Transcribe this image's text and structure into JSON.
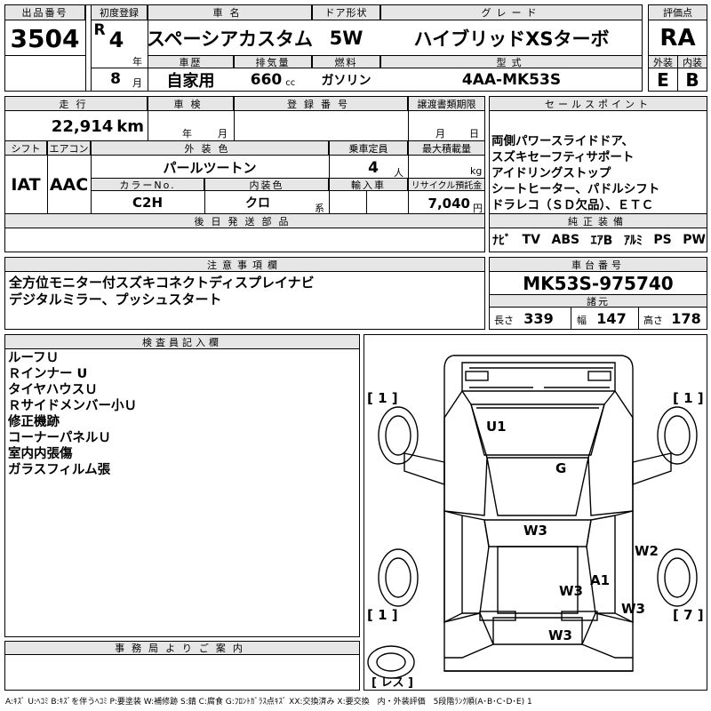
{
  "header": {
    "lot_label": "出品番号",
    "lot_no": "3504",
    "first_reg_label": "初度登録",
    "era": "R",
    "year": "4",
    "year_unit": "年",
    "month": "8",
    "month_unit": "月",
    "car_name_label": "車名",
    "car_name": "スペーシアカスタム",
    "door_label": "ドア形状",
    "door": "5W",
    "grade_label": "グレード",
    "grade": "ハイブリッドXSターボ",
    "score_label": "評価点",
    "score": "RA",
    "history_label": "車歴",
    "history": "自家用",
    "displacement_label": "排気量",
    "displacement": "660",
    "displacement_unit": "cc",
    "fuel_label": "燃料",
    "fuel": "ガソリン",
    "model_label": "型式",
    "model": "4AA-MK53S",
    "exterior_label": "外装",
    "exterior": "E",
    "interior_label": "内装",
    "interior": "B"
  },
  "row2": {
    "mileage_label": "走行",
    "mileage": "22,914",
    "mileage_unit": "km",
    "inspection_label": "車検",
    "inspection_year_unit": "年",
    "inspection_month_unit": "月",
    "plate_label": "登録番号",
    "transfer_label": "譲渡書類期限",
    "transfer_month_unit": "月",
    "transfer_day_unit": "日",
    "sales_label": "セールスポイント"
  },
  "row3": {
    "shift_label": "シフト",
    "shift": "IAT",
    "ac_label": "エアコン",
    "ac": "AAC",
    "color_label": "外装色",
    "color": "パールツートン",
    "capacity_label": "乗車定員",
    "capacity": "4",
    "capacity_unit": "人",
    "load_label": "最大積載量",
    "load_unit": "kg",
    "color_no_label": "カラーNo.",
    "color_no": "C2H",
    "int_color_label": "内装色",
    "int_color": "クロ",
    "int_color_unit": "系",
    "import_label": "輸入車",
    "recycle_label": "リサイクル預託金",
    "recycle": "7,040",
    "recycle_unit": "円"
  },
  "later_parts_label": "後日発送部品",
  "sales_points": [
    "両側パワースライドドア、",
    "スズキセーフティサポート",
    "アイドリングストップ",
    "シートヒーター、パドルシフト",
    "ドラレコ（ＳＤ欠品）、ＥＴＣ"
  ],
  "equipment": {
    "label": "純正装備",
    "items": [
      "ﾅﾋﾞ",
      "TV",
      "ABS",
      "ｴｱB",
      "ｱﾙﾐ",
      "PS",
      "PW"
    ]
  },
  "notes": {
    "label": "注意事項欄",
    "lines": [
      "全方位モニター付スズキコネクトディスプレイナビ",
      "デジタルミラー、プッシュスタート"
    ]
  },
  "chassis": {
    "label": "車台番号",
    "value": "MK53S-975740",
    "dims_label": "諸元",
    "length_label": "長さ",
    "length": "339",
    "width_label": "幅",
    "width": "147",
    "height_label": "高さ",
    "height": "178"
  },
  "inspector": {
    "label": "検査員記入欄",
    "lines": [
      "ルーフＵ",
      "Ｒインナー U",
      "タイヤハウスＵ",
      "Ｒサイドメンバー小Ｕ",
      "修正機跡",
      "コーナーパネルＵ",
      "室内内張傷",
      "ガラスフィルム張"
    ]
  },
  "office_label": "事務局よりご案内",
  "diagram": {
    "bracket_tl": "[ 1 ]",
    "bracket_tr": "[ 1 ]",
    "bracket_bl": "[ 1 ]",
    "bracket_br": "[ 7 ]",
    "no_key": "[ レス ]",
    "marks": {
      "u1": "U1",
      "g": "G",
      "w3_center": "W3",
      "w2": "W2",
      "a1": "A1",
      "w3_rear_door": "W3",
      "w3_rear": "W3",
      "w3_bottom": "W3"
    }
  },
  "legend": "A:ｷｽﾞ U:ﾍｺﾐ B:ｷｽﾞを伴うﾍｺﾐ P:要塗装 W:補修跡 S:錆 C:腐食 G:ﾌﾛﾝﾄｶﾞﾗｽ点ｷｽﾞ XX:交換済み X:要交換　内・外装評価　5段階ﾗﾝｸ順(A･B･C･D･E) 1"
}
